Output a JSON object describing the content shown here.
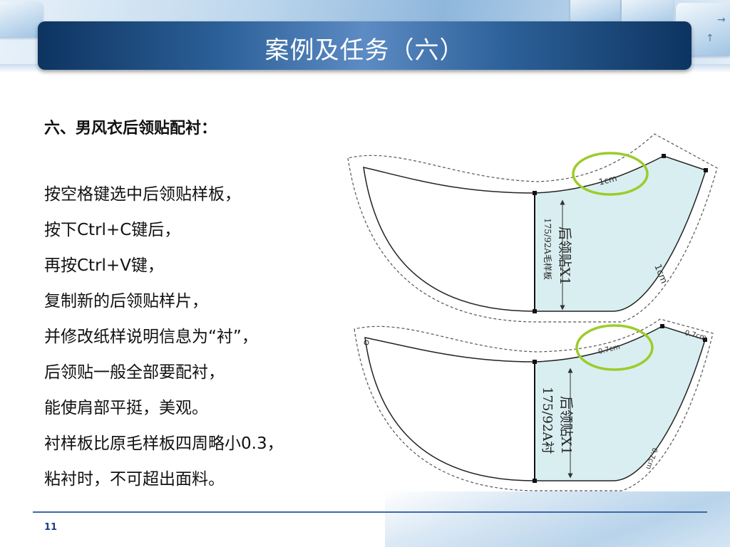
{
  "slide": {
    "title": "案例及任务（六）",
    "heading": "六、男风衣后领贴配衬：",
    "lines": [
      "按空格键选中后领贴样板，",
      "按下Ctrl+C键后，",
      "再按Ctrl+V键，",
      "复制新的后领贴样片，",
      "并修改纸样说明信息为“衬”，",
      "后领贴一般全部要配衬，",
      "能使肩部平挺，美观。",
      "衬样板比原毛样板四周略小0.3，",
      "粘衬时，不可超出面料。"
    ],
    "page_number": "11"
  },
  "figure": {
    "top_piece": {
      "name_label": "后领贴X1",
      "spec_label": "175/92A毛样板",
      "seam_top": "1cm",
      "seam_side": "1cm"
    },
    "bottom_piece": {
      "name_label": "后领贴X1",
      "spec_label": "175/92A衬",
      "seam_top": "0.7cm",
      "seam_corner": "0.7cm",
      "seam_side": "0.7cm"
    }
  },
  "colors": {
    "banner_dark": "#0d3461",
    "piece_fill": "#d9eef0",
    "highlight_circle": "#9ccc2a",
    "footer_line": "#3d69a7"
  }
}
